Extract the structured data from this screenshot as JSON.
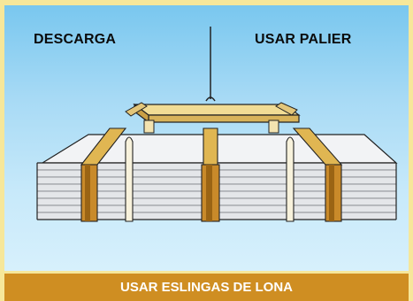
{
  "labels": {
    "left": "DESCARGA",
    "right": "USAR PALIER",
    "footer": "USAR ESLINGAS DE LONA"
  },
  "colors": {
    "outer_background": "#f6e79a",
    "sky_top": "#79c7ef",
    "footer_background": "#cf8e22",
    "footer_text": "#ffffff",
    "label_text": "#0b0b0b",
    "sheet_stack": "#e7e9ec",
    "beam": "#e3c67a",
    "strap": "#c98a2a"
  }
}
